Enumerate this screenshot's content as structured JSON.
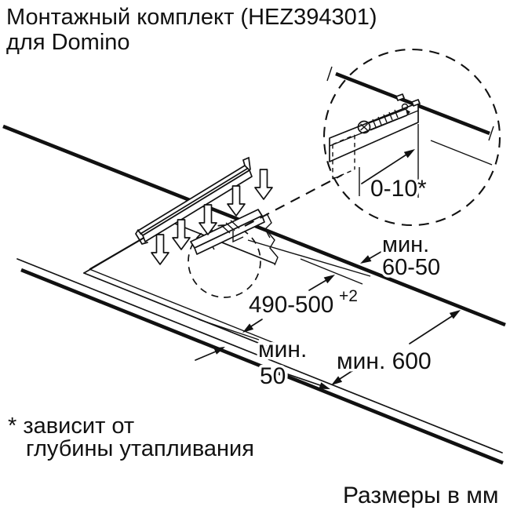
{
  "title": {
    "line1": "Монтажный комплект (HEZ394301)",
    "line2": "для Domino"
  },
  "labels": {
    "rear_clearance": {
      "line1": "мин.",
      "line2": "60-50"
    },
    "cutout_width": {
      "value": "490-500",
      "tolerance_sup": "+2"
    },
    "front_clearance": {
      "line1": "мин.",
      "line2": "50"
    },
    "worktop_depth": "мин. 600",
    "detail_dimension": "0-10*"
  },
  "footnote": {
    "line1": "* зависит от",
    "line2": "глубины утапливания"
  },
  "units_note": "Размеры в мм",
  "colors": {
    "ink": "#111111",
    "background": "#ffffff"
  }
}
